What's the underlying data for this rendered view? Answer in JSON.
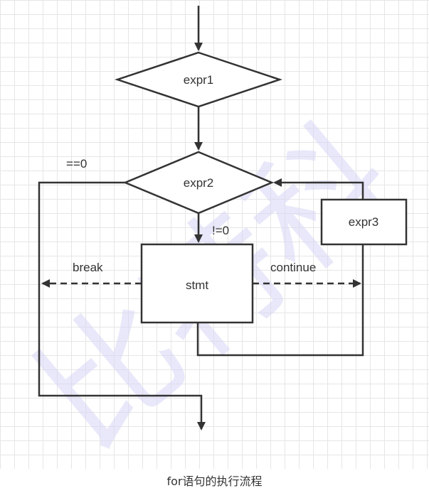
{
  "watermark": "比特科",
  "nodes": {
    "expr1": "expr1",
    "expr2": "expr2",
    "stmt": "stmt",
    "expr3": "expr3"
  },
  "edge_labels": {
    "eq_zero": "==0",
    "ne_zero": "!=0",
    "break": "break",
    "continue": "continue"
  },
  "caption": "for语句的执行流程",
  "colors": {
    "stroke": "#333333",
    "grid": "#e6e6e6",
    "watermark": "#d6d6f6"
  }
}
